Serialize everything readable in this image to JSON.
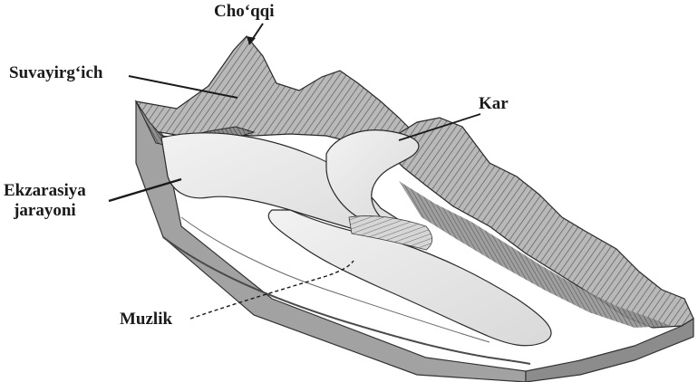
{
  "diagram": {
    "labels": {
      "peak": "Cho‘qqi",
      "divide": "Suvayirg‘ich",
      "cirque": "Kar",
      "exaration_line1": "Ekzarasiya",
      "exaration_line2": "jarayoni",
      "glacier": "Muzlik"
    },
    "colors": {
      "ink": "#1a1a1a",
      "ice": "#e9e9e9",
      "rock": "#8a8a8a",
      "side_face": "#9c9c9c"
    }
  }
}
